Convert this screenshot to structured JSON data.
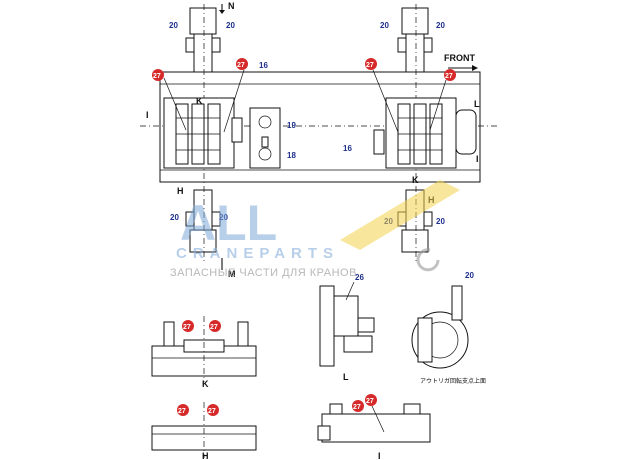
{
  "labels": {
    "north": "N",
    "front": "FRONT",
    "view_k": "K",
    "view_l": "L",
    "view_h": "H",
    "view_i": "I",
    "view_m": "M",
    "note_jp": "アウトリガ回転支点上面"
  },
  "callouts_blue": [
    "20",
    "16",
    "19",
    "18",
    "26"
  ],
  "callouts_red": [
    "27"
  ],
  "watermark": {
    "main": "ALL",
    "sub1": "CRANEPARTS",
    "sub2": "ЗАПАСНЫЕ ЧАСТИ ДЛЯ КРАНОВ"
  },
  "colors": {
    "line": "#111111",
    "callout_blue": "#1e2f8c",
    "callout_red": "#d62a2a",
    "watermark_blue": "#7fa8d8",
    "watermark_yellow": "#f2d24a"
  }
}
